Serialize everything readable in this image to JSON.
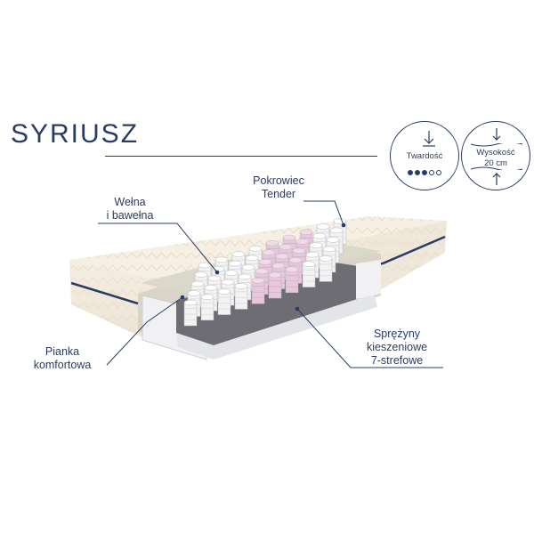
{
  "title": "SYRIUSZ",
  "badges": {
    "hardness": {
      "label": "Twardość",
      "level": 3,
      "max": 5,
      "icon": "arrow-down-icon"
    },
    "height": {
      "label": "Wysokość",
      "value": "20 cm",
      "icon": "height-arrows-icon"
    }
  },
  "callouts": {
    "cover": [
      "Pokrowiec",
      "Tender"
    ],
    "wool": [
      "Wełna",
      "i bawełna"
    ],
    "foam": [
      "Pianka",
      "komfortowa"
    ],
    "springs": [
      "Sprężyny",
      "kieszeniowe",
      "7-strefowe"
    ]
  },
  "colors": {
    "navy": "#2a3c63",
    "cover": "#f6f0e4",
    "spring_white": "#f3f3f3",
    "spring_pink": "#e6c7dc",
    "foam_gray": "#e4e5e8"
  }
}
